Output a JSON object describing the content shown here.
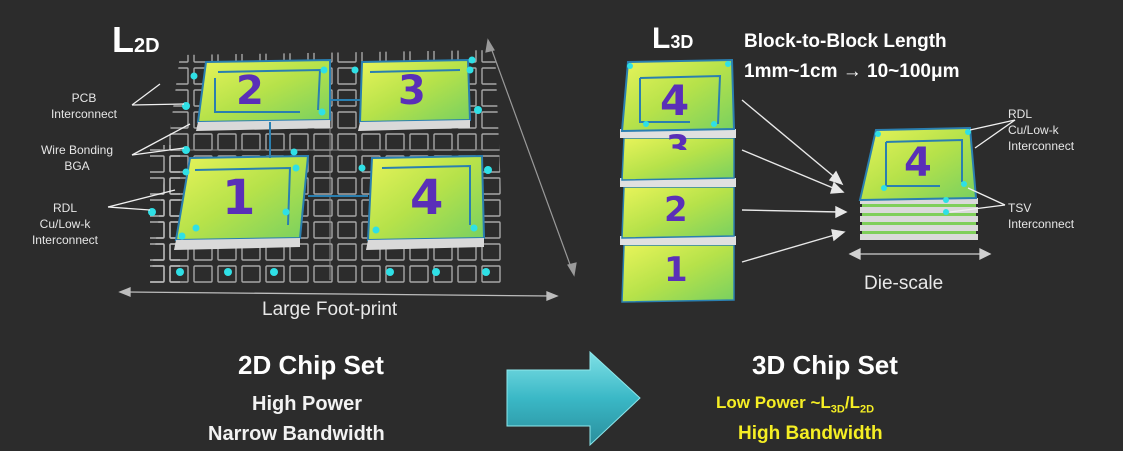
{
  "left": {
    "length_label_main": "L",
    "length_label_sub": "2D",
    "labels": {
      "pcb": [
        "PCB",
        "Interconnect"
      ],
      "wire_bonding": [
        "Wire Bonding",
        "BGA"
      ],
      "rdl": [
        "RDL",
        "Cu/Low-k",
        "Interconnect"
      ]
    },
    "dies": [
      "2",
      "3",
      "1",
      "4"
    ],
    "footprint_label": "Large Foot-print",
    "title": "2D Chip Set",
    "line1": "High Power",
    "line2": "Narrow Bandwidth"
  },
  "right": {
    "length_label_main": "L",
    "length_label_sub": "3D",
    "block_length_title": "Block-to-Block Length",
    "block_length_value": "1mm~1cm → 10~100μm",
    "stack_dies": [
      "4",
      "3",
      "2",
      "1"
    ],
    "compact_die": "4",
    "labels": {
      "rdl": [
        "RDL",
        "Cu/Low-k",
        "Interconnect"
      ],
      "tsv": [
        "TSV",
        "Interconnect"
      ]
    },
    "die_scale_label": "Die-scale",
    "title": "3D Chip Set",
    "line1_prefix": "Low Power ~L",
    "line1_sub1": "3D",
    "line1_mid": "/L",
    "line1_sub2": "2D",
    "line2": "High Bandwidth"
  },
  "colors": {
    "background": "#2c2c2c",
    "die_green": "#c8e84a",
    "die_edge": "#2a7fb0",
    "pad_outline": "#c9c9c9",
    "via_cyan": "#2fe0e6",
    "numeral_purple": "#5a2fb8",
    "arrow_teal": "#3ab8c6",
    "highlight_yellow": "#f5ee24"
  }
}
